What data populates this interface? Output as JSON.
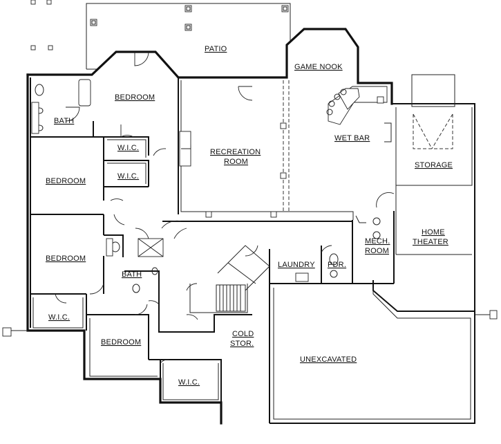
{
  "rooms": {
    "patio": "PATIO",
    "game_nook": "GAME NOOK",
    "bedroom_top": "BEDROOM",
    "bath_top": "BATH",
    "wic_1": "W.I.C.",
    "wic_2": "W.I.C.",
    "bedroom_mid": "BEDROOM",
    "recreation_1": "RECREATION",
    "recreation_2": "ROOM",
    "wet_bar": "WET BAR",
    "storage": "STORAGE",
    "home_theater_1": "HOME",
    "home_theater_2": "THEATER",
    "bedroom_lower": "BEDROOM",
    "bath_lower": "BATH",
    "laundry": "LAUNDRY",
    "pdr": "PDR.",
    "mech_1": "MECH.",
    "mech_2": "ROOM",
    "wic_3": "W.I.C.",
    "bedroom_bottom": "BEDROOM",
    "cold_1": "COLD",
    "cold_2": "STOR.",
    "unexcavated": "UNEXCAVATED",
    "wic_4": "W.I.C."
  }
}
